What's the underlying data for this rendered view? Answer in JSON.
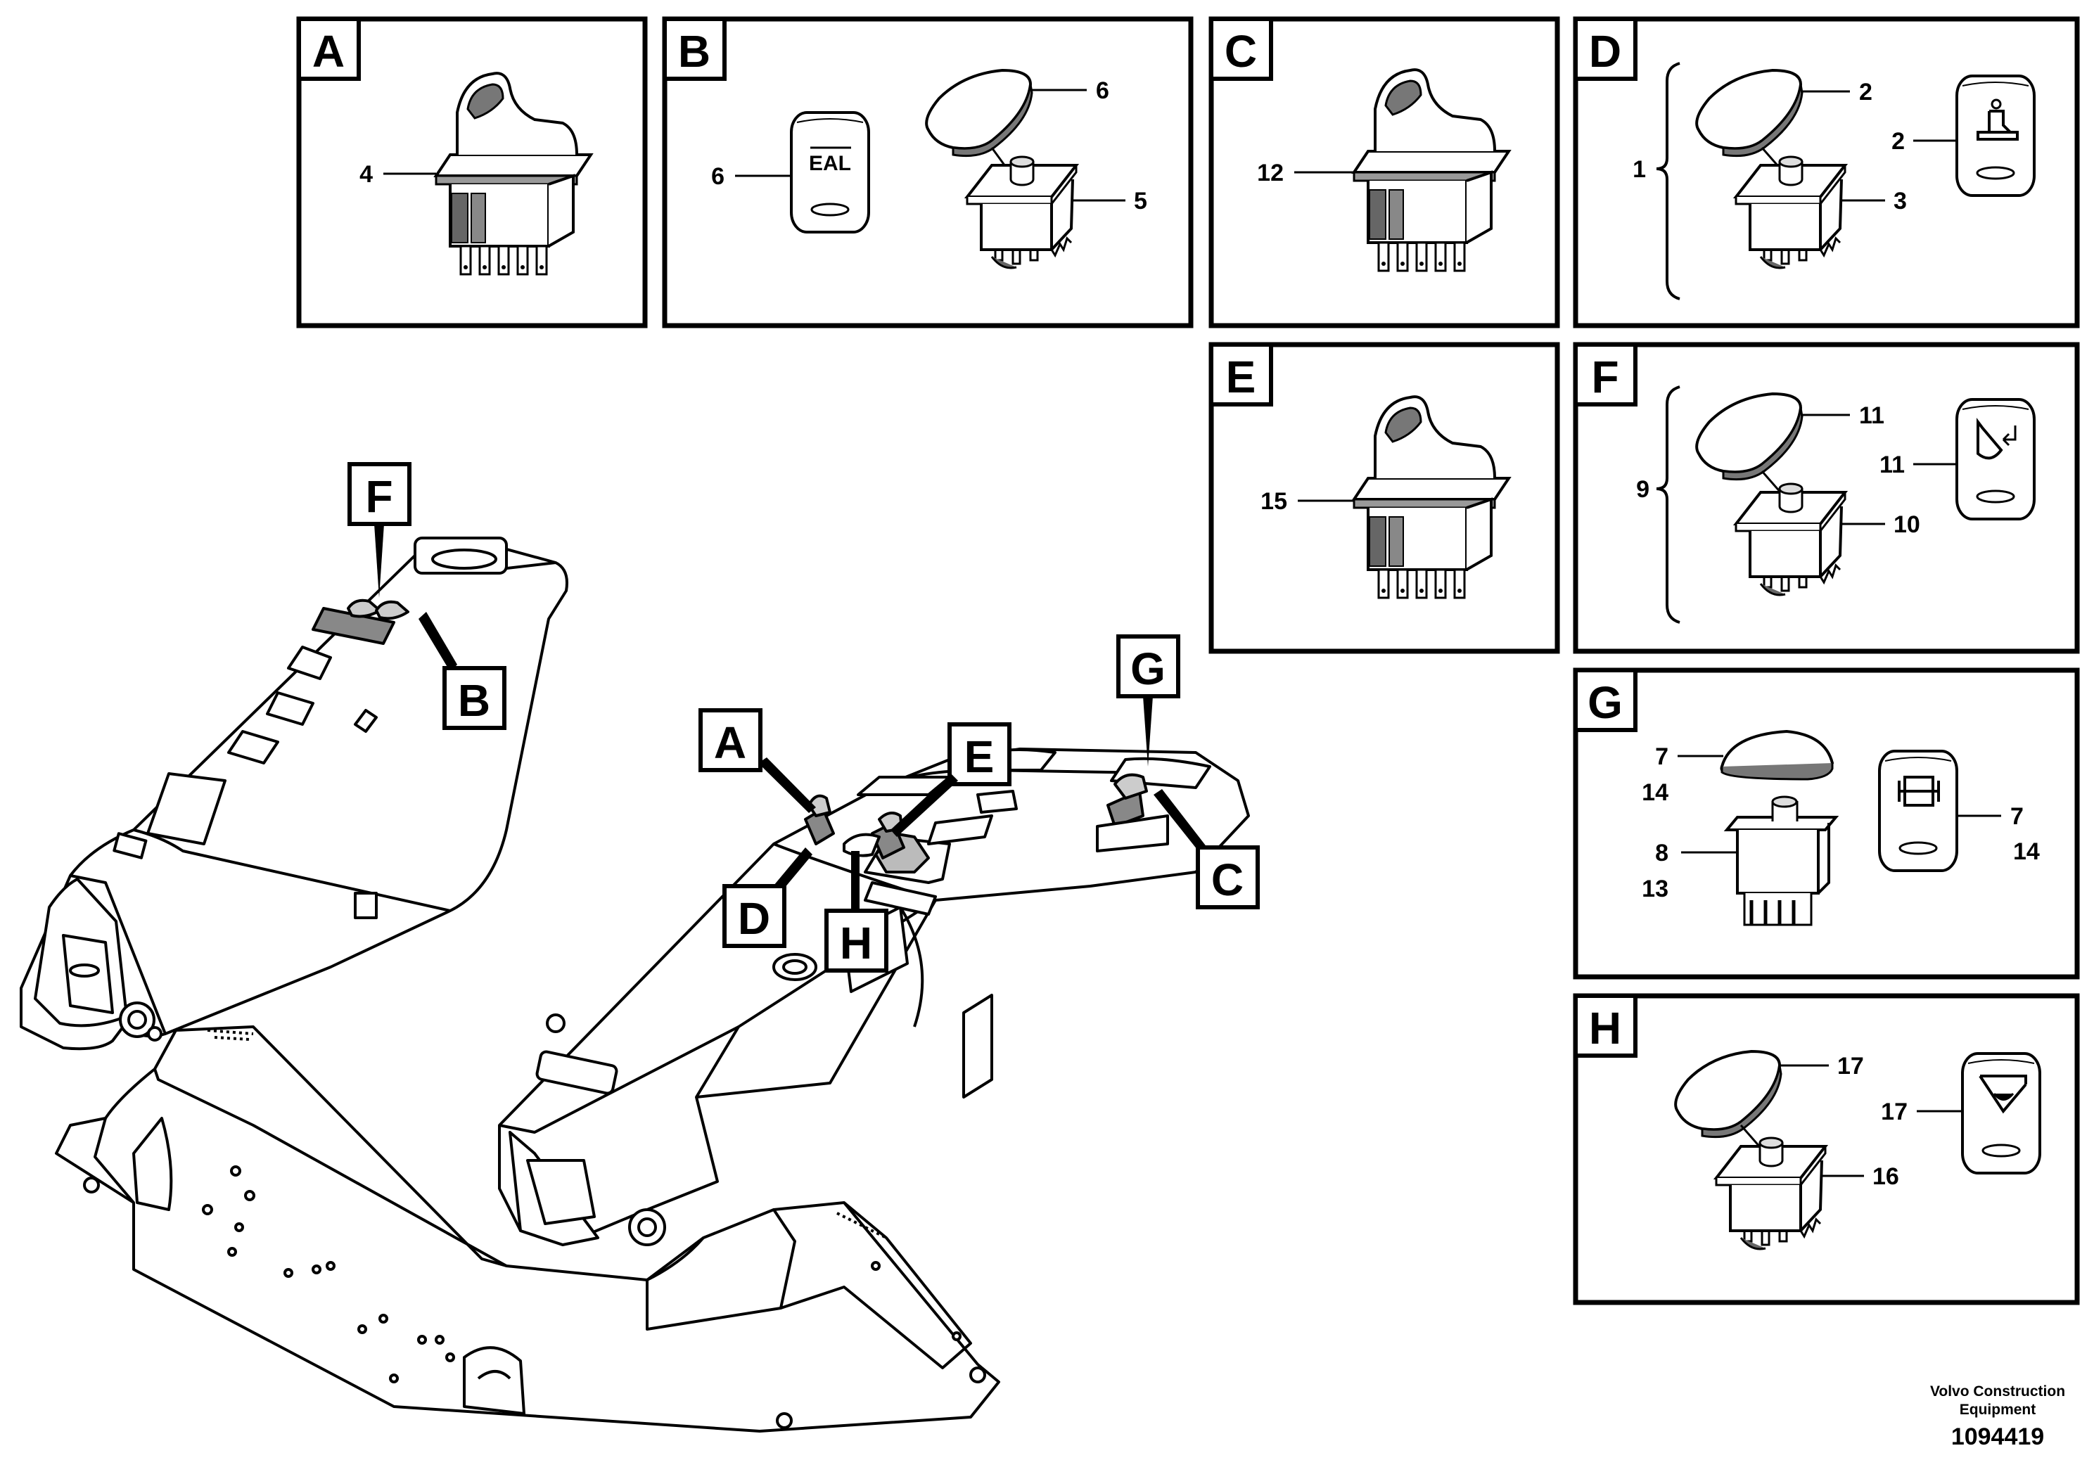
{
  "panels": [
    {
      "letter": "A",
      "callouts": [
        "4"
      ]
    },
    {
      "letter": "B",
      "callouts": [
        "6",
        "6",
        "5"
      ],
      "switch_text": "EAL"
    },
    {
      "letter": "C",
      "callouts": [
        "12"
      ]
    },
    {
      "letter": "D",
      "callouts": [
        "2",
        "2",
        "1",
        "3"
      ]
    },
    {
      "letter": "E",
      "callouts": [
        "15"
      ]
    },
    {
      "letter": "F",
      "callouts": [
        "11",
        "11",
        "9",
        "10"
      ]
    },
    {
      "letter": "G",
      "callouts": [
        "7",
        "14",
        "7",
        "14",
        "8",
        "13"
      ]
    },
    {
      "letter": "H",
      "callouts": [
        "17",
        "17",
        "16"
      ]
    }
  ],
  "overview_labels": [
    "F",
    "B",
    "A",
    "E",
    "G",
    "D",
    "H",
    "C"
  ],
  "footer": {
    "company": "Volvo Construction Equipment",
    "drawing_number": "1094419"
  }
}
